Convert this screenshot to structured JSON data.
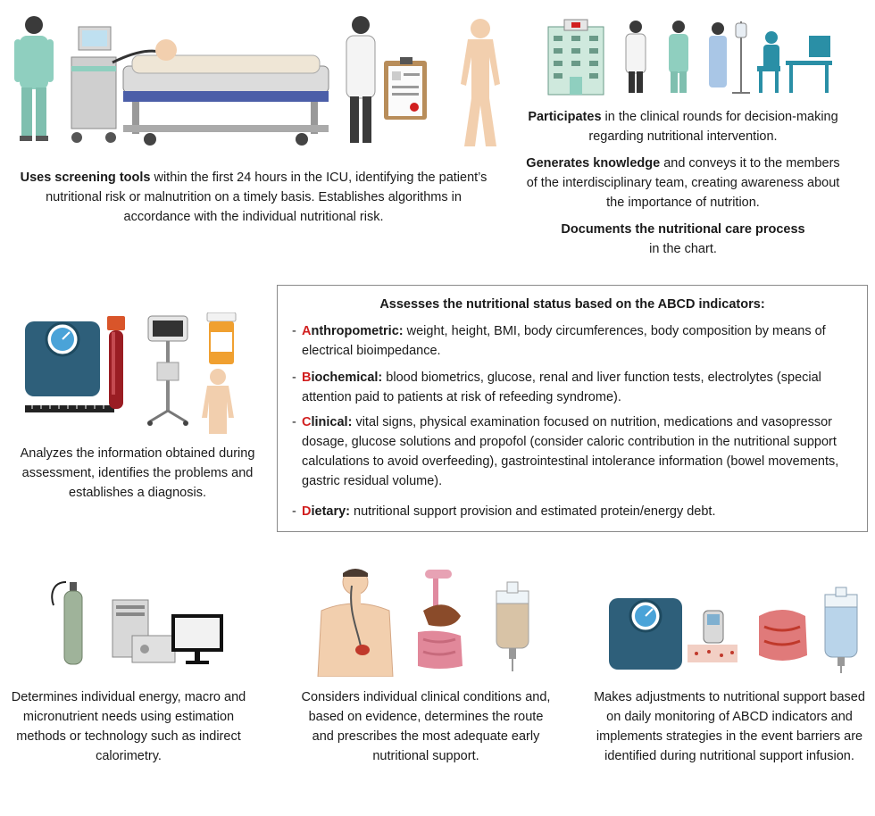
{
  "top_left": {
    "lead": "Uses screening tools",
    "rest": " within the first 24 hours in the ICU, identifying the patient’s nutritional risk or malnutrition on a timely basis. Establishes algorithms in accordance with the individual nutritional risk."
  },
  "top_right": {
    "p1_lead": "Participates",
    "p1_rest": " in the clinical rounds for decision-making regarding nutritional intervention.",
    "p2_lead": "Generates knowledge",
    "p2_rest": " and conveys it to the members of the interdisciplinary team, creating awareness about the importance of nutrition.",
    "p3_lead": "Documents the nutritional care process",
    "p3_rest": "in the chart."
  },
  "mid_left": {
    "text": "Analyzes the information obtained during assessment, identifies the problems and establishes a diagnosis."
  },
  "abcd": {
    "title": "Assesses the nutritional status based on the ABCD indicators:",
    "items": [
      {
        "letter": "A",
        "word": "nthropometric:",
        "text": " weight, height, BMI, body circumferences, body composition by means of electrical bioimpedance."
      },
      {
        "letter": "B",
        "word": "iochemical:",
        "text": " blood biometrics, glucose, renal and liver function tests, electrolytes (special attention paid to patients at risk of refeeding syndrome)."
      },
      {
        "letter": "C",
        "word": "linical:",
        "text": " vital signs, physical examination focused on nutrition, medications and vasopressor dosage, glucose solutions and propofol (consider caloric contribution in the nutritional support calculations to avoid overfeeding), gastrointestinal intolerance information (bowel movements, gastric residual volume)."
      },
      {
        "letter": "D",
        "word": "ietary:",
        "text": " nutritional support provision and estimated protein/energy debt."
      }
    ]
  },
  "bottom": {
    "left": "Determines individual energy, macro and micronutrient needs using estimation methods or technology such as indirect calorimetry.",
    "center": "Considers individual clinical conditions and, based on evidence, determines the route and prescribes the most adequate early nutritional support.",
    "right": "Makes adjustments to nutritional support based on daily monitoring of ABCD indicators and implements strategies in the event barriers are identified during nutritional support infusion."
  },
  "colors": {
    "accent_red": "#d11f1f",
    "scrub_green": "#8fcfbf",
    "scale_blue": "#2e5f7a",
    "skin": "#f2cfae",
    "box_border": "#8a8a8a"
  },
  "icons": [
    "nurse-icon",
    "icu-bed-ventilator-icon",
    "doctor-icon",
    "clipboard-icon",
    "body-outline-icon",
    "hospital-building-icon",
    "patient-iv-icon",
    "computer-desk-icon",
    "scale-icon",
    "blood-tube-icon",
    "bioimpedance-device-icon",
    "pill-bottle-icon",
    "gas-cylinder-icon",
    "calorimetry-computer-icon",
    "monitor-icon",
    "torso-feeding-tube-icon",
    "digestive-system-icon",
    "nutrition-bag-icon",
    "glucometer-icon",
    "intestine-icon"
  ]
}
